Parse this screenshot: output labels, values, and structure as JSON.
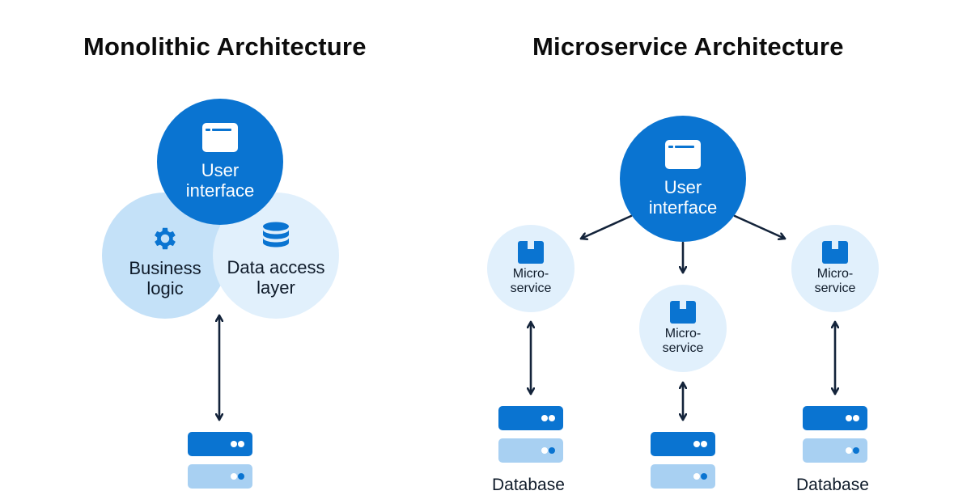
{
  "monolithic": {
    "title": "Monolithic Architecture",
    "user_interface": [
      "User",
      "interface"
    ],
    "business_logic": [
      "Business",
      "logic"
    ],
    "data_access_layer": [
      "Data access",
      "layer"
    ]
  },
  "microservice": {
    "title": "Microservice Architecture",
    "user_interface": [
      "User",
      "interface"
    ],
    "services": [
      {
        "label": [
          "Micro-",
          "service"
        ]
      },
      {
        "label": [
          "Micro-",
          "service"
        ]
      },
      {
        "label": [
          "Micro-",
          "service"
        ]
      }
    ],
    "database_label": "Database"
  },
  "colors": {
    "primary_blue": "#0a74d1",
    "light_blue": "#c4e1f8",
    "pale_blue": "#e1f0fc",
    "server_light": "#a8d0f2",
    "arrow": "#13233a"
  },
  "icons": [
    "window-icon",
    "gear-icon",
    "database-icon",
    "box-icon",
    "server-icon"
  ]
}
